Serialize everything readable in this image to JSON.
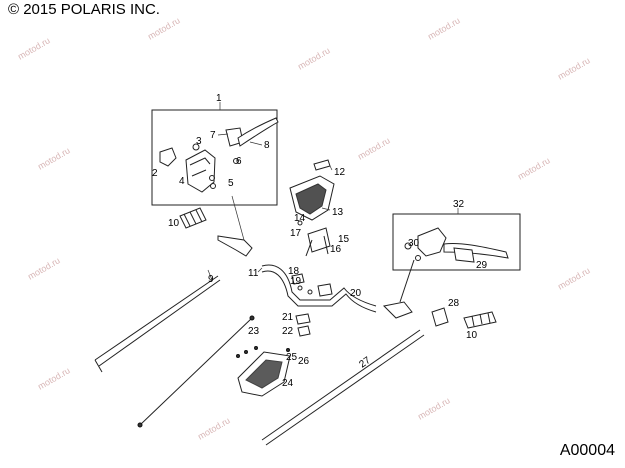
{
  "header": {
    "copyright": "© 2015 POLARIS INC."
  },
  "footer": {
    "figure_id": "A00004"
  },
  "watermark": {
    "text": "motod.ru",
    "color": "#d9b8b8"
  },
  "callouts": [
    {
      "id": "1",
      "label": "1"
    },
    {
      "id": "2",
      "label": "2"
    },
    {
      "id": "3",
      "label": "3"
    },
    {
      "id": "4",
      "label": "4"
    },
    {
      "id": "5",
      "label": "5"
    },
    {
      "id": "6",
      "label": "6"
    },
    {
      "id": "7",
      "label": "7"
    },
    {
      "id": "8",
      "label": "8"
    },
    {
      "id": "9",
      "label": "9"
    },
    {
      "id": "10a",
      "label": "10"
    },
    {
      "id": "10b",
      "label": "10"
    },
    {
      "id": "11",
      "label": "11"
    },
    {
      "id": "12",
      "label": "12"
    },
    {
      "id": "13",
      "label": "13"
    },
    {
      "id": "14",
      "label": "14"
    },
    {
      "id": "15",
      "label": "15"
    },
    {
      "id": "16",
      "label": "16"
    },
    {
      "id": "17",
      "label": "17"
    },
    {
      "id": "18",
      "label": "18"
    },
    {
      "id": "19",
      "label": "19"
    },
    {
      "id": "20",
      "label": "20"
    },
    {
      "id": "21",
      "label": "21"
    },
    {
      "id": "22",
      "label": "22"
    },
    {
      "id": "23",
      "label": "23"
    },
    {
      "id": "24",
      "label": "24"
    },
    {
      "id": "25",
      "label": "25"
    },
    {
      "id": "26",
      "label": "26"
    },
    {
      "id": "27",
      "label": "27"
    },
    {
      "id": "28",
      "label": "28"
    },
    {
      "id": "29",
      "label": "29"
    },
    {
      "id": "30",
      "label": "30"
    },
    {
      "id": "32",
      "label": "32"
    }
  ]
}
